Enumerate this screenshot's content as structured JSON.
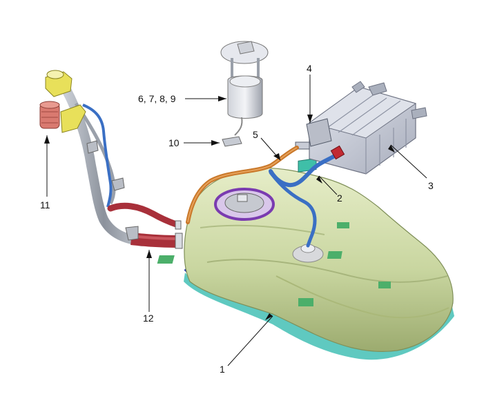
{
  "callouts": {
    "c1": "1",
    "c2": "2",
    "c3": "3",
    "c4": "4",
    "c5": "5",
    "c6789": "6, 7, 8, 9",
    "c10": "10",
    "c11": "11",
    "c12": "12"
  },
  "colors": {
    "tank": "#c9d6a0",
    "tank_dark": "#8fa266",
    "canister": "#c8ccd8",
    "filler_pipe": "#9aa0aa",
    "vent_hose_blue": "#3a6fc4",
    "hose_orange": "#c9782a",
    "hose_red": "#a8303a",
    "band_blue": "#2a3fb0",
    "band_teal": "#5fc9c0",
    "pump_ring_purple": "#7a3bb0",
    "cap_yellow": "#e8e05a"
  }
}
